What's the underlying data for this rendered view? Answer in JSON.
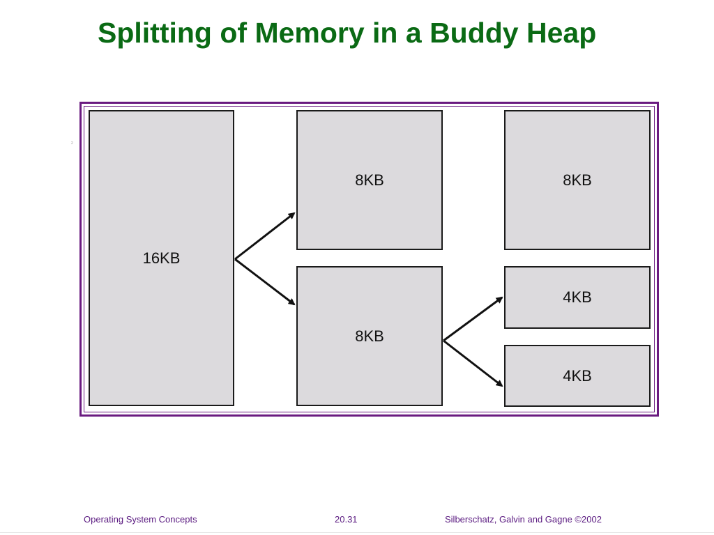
{
  "slide": {
    "title": "Splitting of Memory in a Buddy Heap"
  },
  "diagram": {
    "block_16kb": "16KB",
    "block_8kb_top": "8KB",
    "block_8kb_bottom": "8KB",
    "block_8kb_right": "8KB",
    "block_4kb_top": "4KB",
    "block_4kb_bottom": "4KB",
    "tiny_mark": "2"
  },
  "footer": {
    "left": "Operating System Concepts",
    "center": "20.31",
    "right": "Silberschatz, Galvin and  Gagne ©2002"
  },
  "colors": {
    "title": "#0a6a14",
    "frame": "#6a1a80",
    "block_fill": "#dcdadd",
    "footer_text": "#5a1a80"
  }
}
